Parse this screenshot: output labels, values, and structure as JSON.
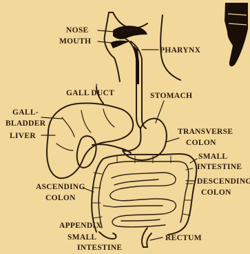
{
  "labels": {
    "nose": "NOSE",
    "mouth": "MOUTH",
    "pharynx": "PHARYNX",
    "gall_duct": "GALL DUCT",
    "stomach": "STOMACH",
    "gall": "GALL-",
    "bladder": "BLADDER",
    "liver": "LIVER",
    "transverse": "TRANSVERSE",
    "transverse_colon": "COLON",
    "small_1": "SMALL",
    "intestine_1": "INTESTINE",
    "descending": "DESCENDING",
    "descending_colon": "COLON",
    "ascending": "ASCENDING",
    "ascending_colon": "COLON",
    "appendix": "APPENDIX",
    "small_2": "SMALL",
    "intestine_2": "INTESTINE",
    "rectum": "RECTUM"
  },
  "colors": {
    "background": "#f2d89a",
    "ink": "#2a1a10"
  },
  "icons": [
    "pointing-hand-icon"
  ]
}
